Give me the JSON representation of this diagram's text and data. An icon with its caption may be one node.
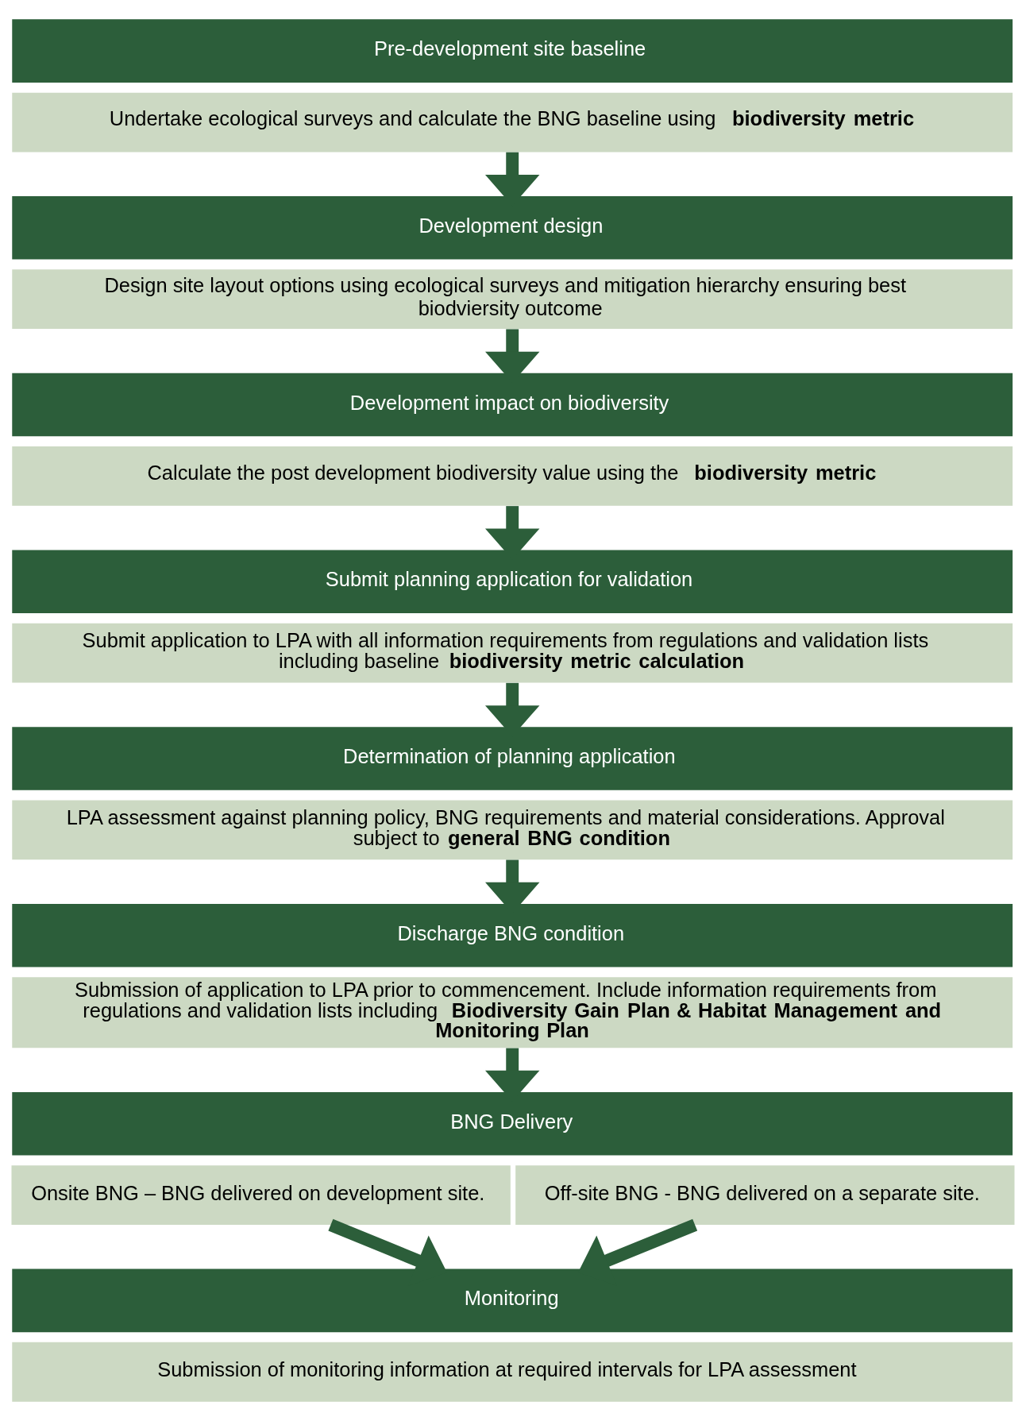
{
  "diagram": {
    "nodes": [
      {
        "text": [
          "Pre-development site baseline"
        ]
      },
      {
        "text": [
          "Undertake ecological surveys and calculate the BNG baseline using **biodiversity metric**"
        ]
      },
      {
        "text": [
          "Development design"
        ]
      },
      {
        "text": [
          "Design site layout options using ecological surveys and mitigation hierarchy ensuring best biodviersity outcome"
        ]
      },
      {
        "text": [
          "Development impact on biodiversity"
        ]
      },
      {
        "text": [
          "Calculate the post development biodiversity value using the **biodiversity metric**"
        ]
      },
      {
        "text": [
          "Submit planning application for validation"
        ]
      },
      {
        "text": [
          "Submit application to LPA with all information requirements from regulations and validation lists including baseline **biodiversity metric calculation**"
        ]
      },
      {
        "text": [
          "Determination of planning application"
        ]
      },
      {
        "text": [
          "LPA assessment against planning policy, BNG requirements and material considerations. Approval subject to **general BNG condition**"
        ]
      },
      {
        "text": [
          "Discharge BNG condition"
        ]
      },
      {
        "text": [
          "Submission of application to LPA prior to commencement. Include information requirements from regulations and validation lists including **Biodiversity Gain Plan & Habitat Management and Monitoring Plan**"
        ]
      },
      {
        "text": [
          "BNG Delivery"
        ]
      },
      {
        "text": [
          "Onsite BNG – BNG delivered on development site."
        ]
      },
      {
        "text": [
          "Off-site BNG - BNG delivered on a separate site."
        ]
      },
      {
        "text": [
          "Monitoring"
        ]
      },
      {
        "text": [
          "Submission of monitoring information at required intervals for LPA assessment"
        ]
      }
    ],
    "edges": [
      {
        "from": 1,
        "to": 2,
        "arrow": "to"
      },
      {
        "from": 3,
        "to": 4,
        "arrow": "to"
      },
      {
        "from": 5,
        "to": 6,
        "arrow": "to"
      },
      {
        "from": 7,
        "to": 8,
        "arrow": "to"
      },
      {
        "from": 9,
        "to": 10,
        "arrow": "to"
      },
      {
        "from": 11,
        "to": 12,
        "arrow": "to"
      },
      {
        "from": 13,
        "to": 15,
        "arrow": "to"
      },
      {
        "from": 14,
        "to": 15,
        "arrow": "to"
      }
    ]
  }
}
